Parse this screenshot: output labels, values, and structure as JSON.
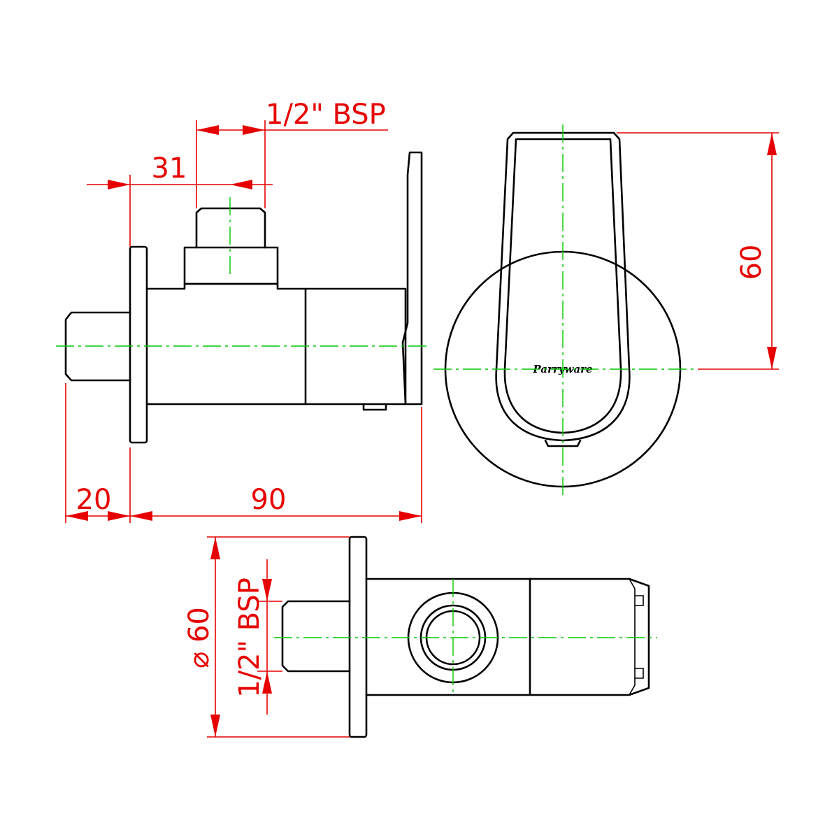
{
  "brand": "Parryware",
  "dimensions": {
    "bsp_top": "1/2\" BSP",
    "offset_31": "31",
    "flange_20": "20",
    "length_90": "90",
    "height_60": "60",
    "diameter_60": "⌀ 60",
    "bsp_side": "1/2\" BSP"
  },
  "colors": {
    "outline": "#000000",
    "centerline": "#00c800",
    "dimension": "#e60000"
  }
}
